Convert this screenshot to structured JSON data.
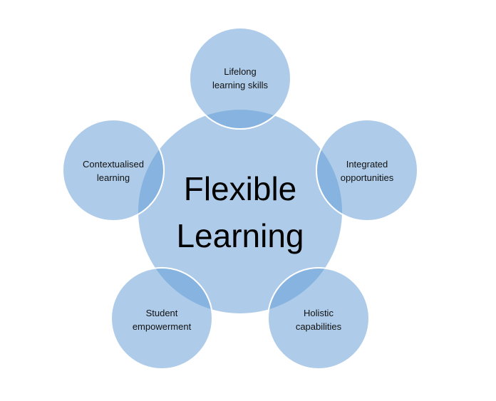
{
  "diagram": {
    "type": "radial-venn",
    "colors": {
      "fill": "#aecce9",
      "overlap": "#86b3df",
      "outline": "#ffffff"
    },
    "center": {
      "line1": "Flexible",
      "line2": "Learning"
    },
    "satellites": [
      {
        "line1": "Lifelong",
        "line2": "learning skills"
      },
      {
        "line1": "Integrated",
        "line2": "opportunities"
      },
      {
        "line1": "Holistic",
        "line2": "capabilities"
      },
      {
        "line1": "Student",
        "line2": "empowerment"
      },
      {
        "line1": "Contextualised",
        "line2": "learning"
      }
    ]
  }
}
